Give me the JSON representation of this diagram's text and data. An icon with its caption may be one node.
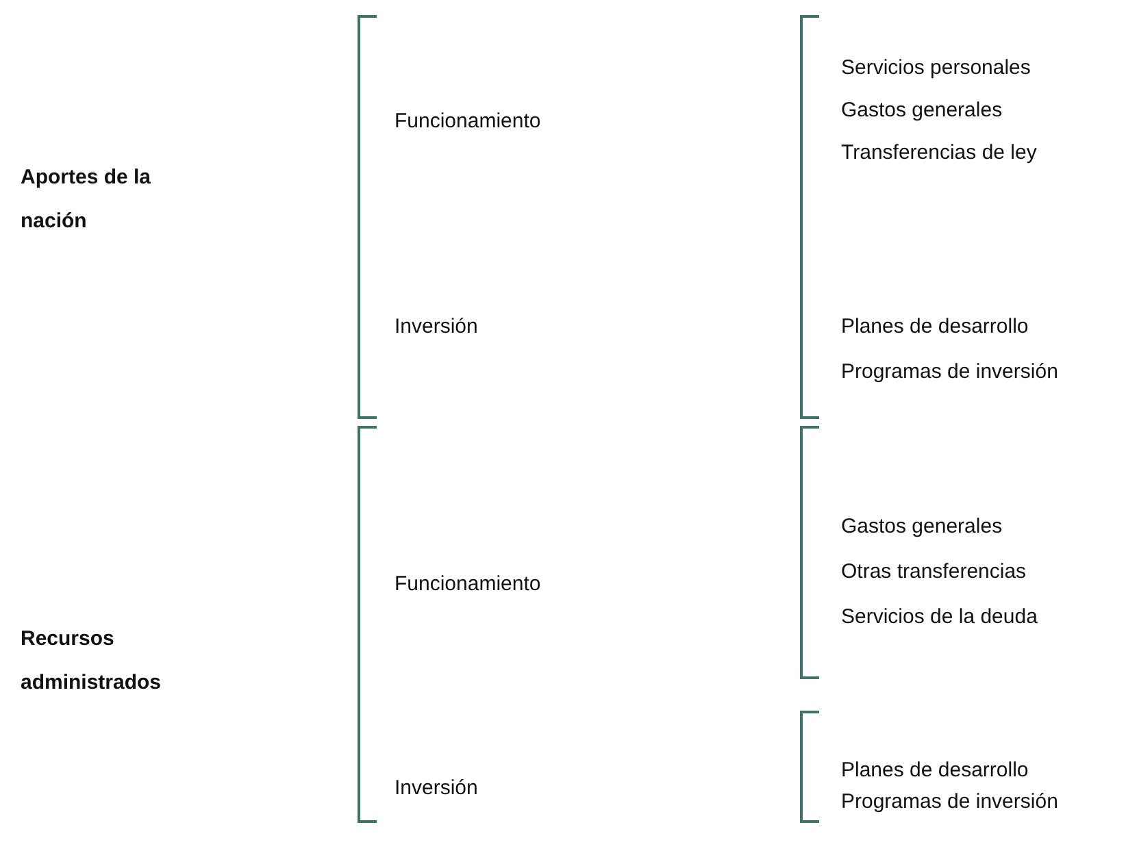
{
  "diagram": {
    "labels": [
      "Aportes de la nación",
      "Funcionamiento",
      "Servicios personales",
      "Gastos generales",
      "Transferencias de ley",
      "Inversión",
      "Planes de desarrollo",
      "Programas de inversión",
      "Recursos administrados",
      "Funcionamiento",
      "Gastos generales",
      "Otras transferencias",
      "Servicios de la deuda",
      "Inversión",
      "Planes de desarrollo",
      "Programas de inversión"
    ]
  }
}
